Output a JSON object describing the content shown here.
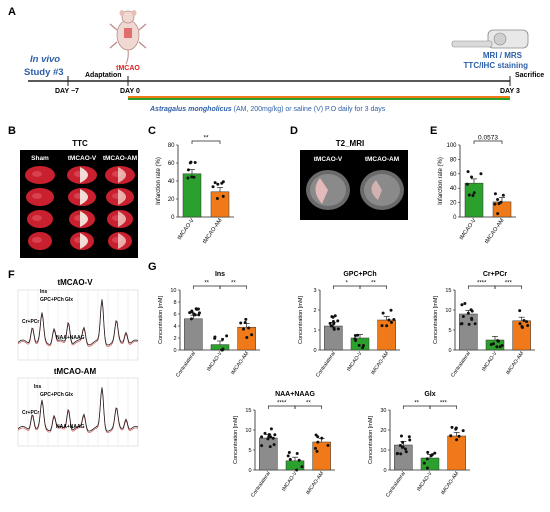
{
  "panels": {
    "A": "A",
    "B": "B",
    "C": "C",
    "D": "D",
    "E": "E",
    "F": "F",
    "G": "G"
  },
  "timeline": {
    "in_vivo": "In vivo",
    "study": "Study #3",
    "adaptation": "Adaptation",
    "tmcao": "tMCAO",
    "day_minus7": "DAY −7",
    "day0": "DAY 0",
    "day3": "DAY 3",
    "mri": "MRI / MRS",
    "ttc": "TTC/IHC staining",
    "sacrifice": "Sacrifice",
    "treatment_italic": "Astragalus mongholicus",
    "treatment_rest": " (AM, 200mg/kg) or saline (V) P.O daily for 3 days"
  },
  "ttc": {
    "title": "TTC",
    "sham": "Sham",
    "tv": "tMCAO-V",
    "tam": "tMCAO-AM"
  },
  "t2": {
    "title": "T2_MRI",
    "tv": "tMCAO-V",
    "tam": "tMCAO-AM"
  },
  "mrs": {
    "title_v": "tMCAO-V",
    "title_am": "tMCAO-AM",
    "gpc": "GPC+PCh",
    "glx": "Glx",
    "cr": "Cr+PCr",
    "naa": "NAA+NAAG",
    "ins": "Ins"
  },
  "colors": {
    "gray": "#8c8c8c",
    "green": "#2ca02c",
    "orange": "#f07a1a",
    "blue": "#2d5fa8",
    "red": "#e02020"
  },
  "chart_data": [
    {
      "id": "C",
      "type": "bar",
      "categories": [
        "tMCAO-V",
        "tMCAO-AM"
      ],
      "values": [
        48,
        28
      ],
      "ylabel": "Infarction rate (%)",
      "ylim": [
        0,
        80
      ],
      "yticks": [
        0,
        20,
        40,
        60,
        80
      ],
      "sig": [
        "**"
      ],
      "colors": [
        "#2ca02c",
        "#f07a1a"
      ]
    },
    {
      "id": "E",
      "type": "bar",
      "categories": [
        "tMCAO-V",
        "tMCAO-AM"
      ],
      "values": [
        47,
        21
      ],
      "ylabel": "Infarction rate (%)",
      "ylim": [
        0,
        100
      ],
      "yticks": [
        0,
        20,
        40,
        60,
        80,
        100
      ],
      "sig": [
        "0.0573"
      ],
      "colors": [
        "#2ca02c",
        "#f07a1a"
      ]
    },
    {
      "id": "G1",
      "type": "bar",
      "title": "Ins",
      "categories": [
        "Contralateral",
        "tMCAO-V",
        "tMCAO-AM"
      ],
      "values": [
        5.2,
        0.9,
        3.8
      ],
      "ylabel": "Concentration [mM]",
      "ylim": [
        0,
        10
      ],
      "yticks": [
        0,
        2,
        4,
        6,
        8,
        10
      ],
      "sig": [
        "**",
        "**"
      ],
      "colors": [
        "#8c8c8c",
        "#2ca02c",
        "#f07a1a"
      ]
    },
    {
      "id": "G2",
      "type": "bar",
      "title": "GPC+PCh",
      "categories": [
        "Contralateral",
        "tMCAO-V",
        "tMCAO-AM"
      ],
      "values": [
        1.2,
        0.6,
        1.5
      ],
      "ylabel": "Concentration [mM]",
      "ylim": [
        0,
        3
      ],
      "yticks": [
        0,
        1,
        2,
        3
      ],
      "sig": [
        "*",
        "**"
      ],
      "colors": [
        "#8c8c8c",
        "#2ca02c",
        "#f07a1a"
      ]
    },
    {
      "id": "G3",
      "type": "bar",
      "title": "Cr+PCr",
      "categories": [
        "Contralateral",
        "tMCAO-V",
        "tMCAO-AM"
      ],
      "values": [
        9.0,
        2.5,
        7.3
      ],
      "ylabel": "Concentration [mM]",
      "ylim": [
        0,
        15
      ],
      "yticks": [
        0,
        5,
        10,
        15
      ],
      "sig": [
        "****",
        "***"
      ],
      "colors": [
        "#8c8c8c",
        "#2ca02c",
        "#f07a1a"
      ]
    },
    {
      "id": "G4",
      "type": "bar",
      "title": "NAA+NAAG",
      "categories": [
        "Contralateral",
        "tMCAO-V",
        "tMCAO-AM"
      ],
      "values": [
        8.0,
        2.3,
        7.0
      ],
      "ylabel": "Concentration [mM]",
      "ylim": [
        0,
        15
      ],
      "yticks": [
        0,
        5,
        10,
        15
      ],
      "sig": [
        "****",
        "**"
      ],
      "colors": [
        "#8c8c8c",
        "#2ca02c",
        "#f07a1a"
      ]
    },
    {
      "id": "G5",
      "type": "bar",
      "title": "Glx",
      "categories": [
        "Contralateral",
        "tMCAO-V",
        "tMCAO-AM"
      ],
      "values": [
        12.5,
        6.0,
        17.0
      ],
      "ylabel": "Concentration [mM]",
      "ylim": [
        0,
        30
      ],
      "yticks": [
        0,
        10,
        20,
        30
      ],
      "sig": [
        "**",
        "***"
      ],
      "colors": [
        "#8c8c8c",
        "#2ca02c",
        "#f07a1a"
      ]
    }
  ]
}
